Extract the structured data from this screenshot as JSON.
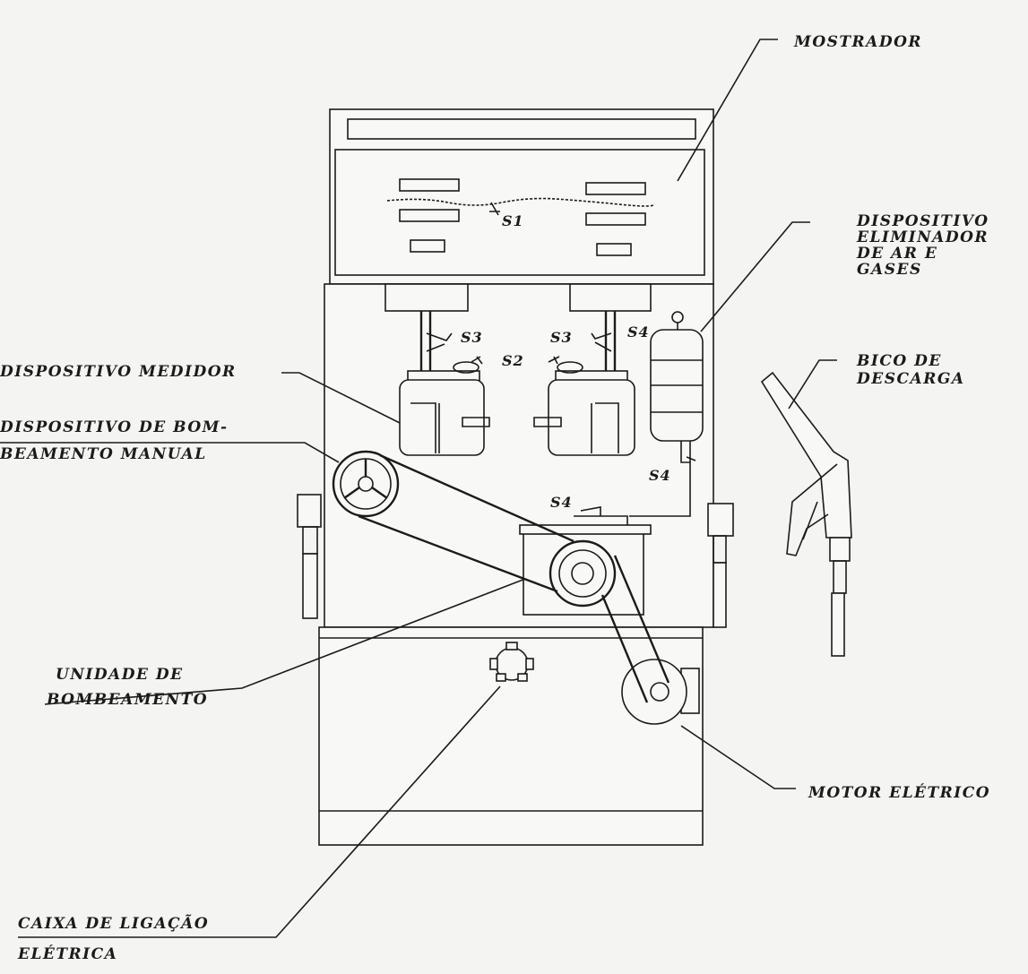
{
  "labels": {
    "mostrador": "MOSTRADOR",
    "eliminador_1": "DISPOSITIVO",
    "eliminador_2": "ELIMINADOR",
    "eliminador_3": "DE AR E",
    "eliminador_4": "GASES",
    "bico_1": "BICO DE",
    "bico_2": "DESCARGA",
    "medidor": "DISPOSITIVO MEDIDOR",
    "manual_1": "DISPOSITIVO DE BOM-",
    "manual_2": "BEAMENTO MANUAL",
    "unidade_1": "UNIDADE DE",
    "unidade_2": "BOMBEAMENTO",
    "motor": "MOTOR ELÉTRICO",
    "caixa_1": "CAIXA DE LIGAÇÃO",
    "caixa_2": "ELÉTRICA"
  },
  "seals": {
    "s1": "S1",
    "s2": "S2",
    "s3_left": "S3",
    "s3_right": "S3",
    "s4_top": "S4",
    "s4_side": "S4",
    "s4_pump": "S4"
  }
}
